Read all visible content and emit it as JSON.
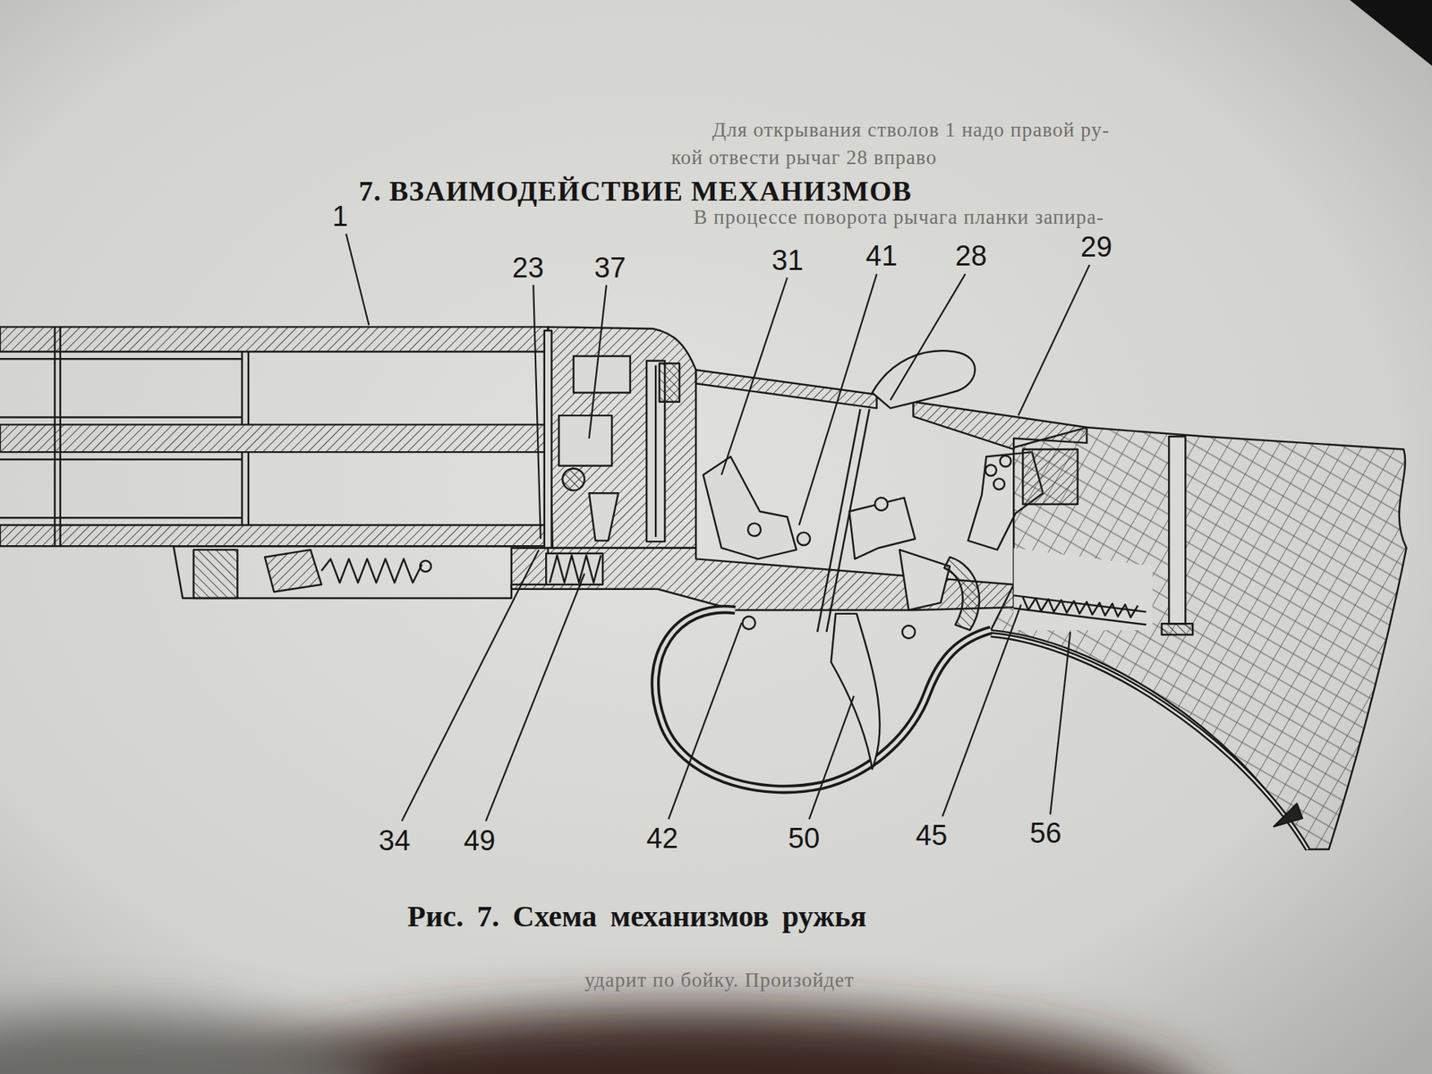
{
  "diagram": {
    "title": "7. ВЗАИМОДЕЙСТВИЕ МЕХАНИЗМОВ",
    "caption": "Рис. 7. Схема механизмов ружья",
    "labels": [
      "Для открывания стволов 1 надо правой ру-",
      "кой отвести рычаг 28 вправо",
      "В процессе поворота рычага планки запира-",
      "1",
      "23",
      "37",
      "31",
      "41",
      "28",
      "29",
      "34",
      "49",
      "42",
      "50",
      "45",
      "56",
      "ударит по бойку. Произойдет"
    ]
  }
}
